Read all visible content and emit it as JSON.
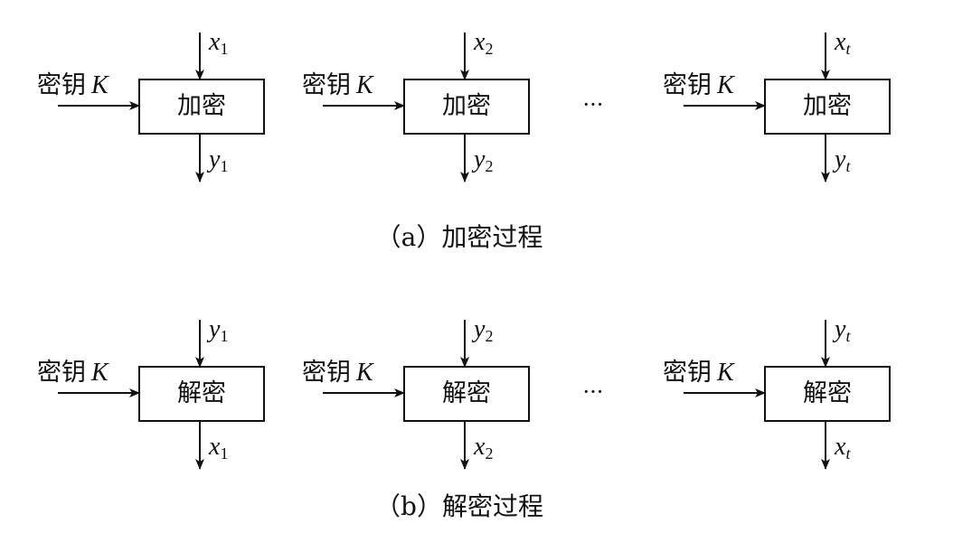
{
  "panel_a": {
    "key_label": "密钥",
    "key_var": "K",
    "box_label": "加密",
    "inputs": [
      {
        "var": "x",
        "sub": "1"
      },
      {
        "var": "x",
        "sub": "2"
      },
      {
        "var": "x",
        "sub": "t"
      }
    ],
    "outputs": [
      {
        "var": "y",
        "sub": "1"
      },
      {
        "var": "y",
        "sub": "2"
      },
      {
        "var": "y",
        "sub": "t"
      }
    ],
    "ellipsis": "···",
    "caption": "（a）加密过程"
  },
  "panel_b": {
    "key_label": "密钥",
    "key_var": "K",
    "box_label": "解密",
    "inputs": [
      {
        "var": "y",
        "sub": "1"
      },
      {
        "var": "y",
        "sub": "2"
      },
      {
        "var": "y",
        "sub": "t"
      }
    ],
    "outputs": [
      {
        "var": "x",
        "sub": "1"
      },
      {
        "var": "x",
        "sub": "2"
      },
      {
        "var": "x",
        "sub": "t"
      }
    ],
    "ellipsis": "···",
    "caption": "（b）解密过程"
  }
}
